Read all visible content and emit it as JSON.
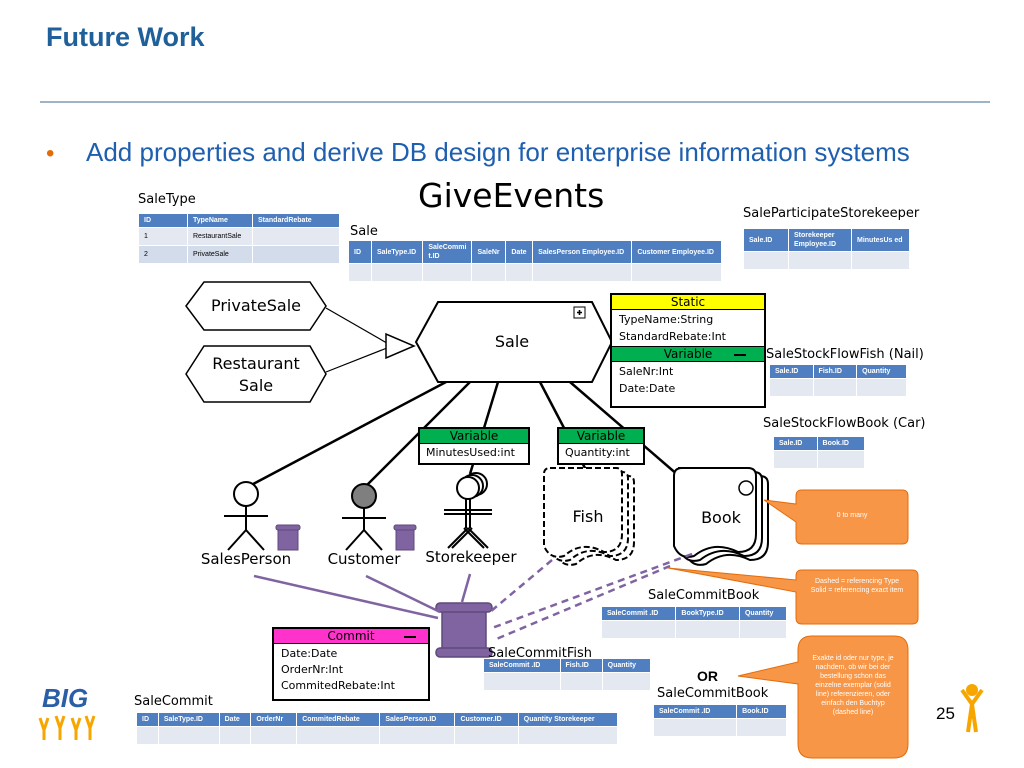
{
  "slide": {
    "title": "Future Work",
    "bullet": "Add properties and derive DB design for enterprise information systems",
    "page_number": "25",
    "logo": "BIG"
  },
  "diagram": {
    "title": "GiveEvents",
    "nodes": {
      "private_sale": "PrivateSale",
      "restaurant_sale_line1": "Restaurant",
      "restaurant_sale_line2": "Sale",
      "sale": "Sale",
      "sales_person": "SalesPerson",
      "customer": "Customer",
      "storekeeper": "Storekeeper",
      "fish": "Fish",
      "book": "Book"
    },
    "sale_props": {
      "static_header": "Static",
      "static_line1": "TypeName:String",
      "static_line2": "StandardRebate:Int",
      "variable_header": "Variable",
      "variable_line1": "SaleNr:Int",
      "variable_line2": "Date:Date"
    },
    "storekeeper_props": {
      "header": "Variable",
      "line1": "MinutesUsed:int"
    },
    "fish_props": {
      "header": "Variable",
      "line1": "Quantity:int"
    },
    "commit_props": {
      "header": "Commit",
      "line1": "Date:Date",
      "line2": "OrderNr:Int",
      "line3": "CommitedRebate:Int"
    },
    "or_label": "OR",
    "callouts": {
      "zero_to_many": "0 to many",
      "dashed_solid": "Dashed = referencing Type\nSolid = referencing exact item",
      "german": "Exakte id  oder nur type, je nachdem, ob wir bei der bestellung schon das einzelne exemplar (solid line) referenzieren, oder einfach den Buchtyp (dashed line)"
    },
    "colors": {
      "static": "#ffff00",
      "variable": "#00b050",
      "commit": "#ff33cc",
      "scroll": "#8064a2",
      "callout": "#f79646",
      "table_header": "#4f7fc0"
    }
  },
  "tables": {
    "sale_type": {
      "label": "SaleType",
      "columns": [
        "ID",
        "TypeName",
        "StandardRebate"
      ],
      "rows": [
        [
          "1",
          "RestaurantSale",
          ""
        ],
        [
          "2",
          "PrivateSale",
          ""
        ]
      ]
    },
    "sale": {
      "label": "Sale",
      "columns": [
        "ID",
        "SaleType.ID",
        "SaleCommi t.ID",
        "SaleNr",
        "Date",
        "SalesPerson Employee.ID",
        "Customer Employee.ID"
      ]
    },
    "sale_participate_storekeeper": {
      "label": "SaleParticipateStorekeeper",
      "columns": [
        "Sale.ID",
        "Storekeeper Employee.ID",
        "MinutesUs ed"
      ]
    },
    "sale_stock_flow_fish": {
      "label": "SaleStockFlowFish (Nail)",
      "columns": [
        "Sale.ID",
        "Fish.ID",
        "Quantity"
      ]
    },
    "sale_stock_flow_book": {
      "label": "SaleStockFlowBook (Car)",
      "columns": [
        "Sale.ID",
        "Book.ID"
      ]
    },
    "sale_commit_book_type": {
      "label": "SaleCommitBook",
      "columns": [
        "SaleCommit .ID",
        "BookType.ID",
        "Quantity"
      ]
    },
    "sale_commit_fish": {
      "label": "SaleCommitFish",
      "columns": [
        "SaleCommit .ID",
        "Fish.ID",
        "Quantity"
      ]
    },
    "sale_commit_book": {
      "label": "SaleCommitBook",
      "columns": [
        "SaleCommit .ID",
        "Book.ID"
      ]
    },
    "sale_commit": {
      "label": "SaleCommit",
      "columns": [
        "ID",
        "SaleType.ID",
        "Date",
        "OrderNr",
        "CommitedRebate",
        "SalesPerson.ID",
        "Customer.ID",
        "Quantity Storekeeper"
      ]
    }
  }
}
